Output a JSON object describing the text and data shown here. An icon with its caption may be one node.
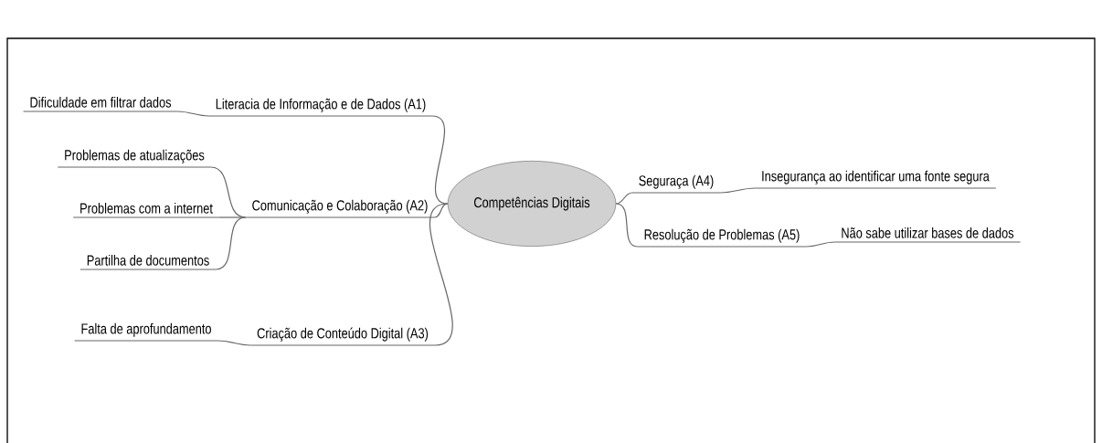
{
  "diagram": {
    "nodes": [
      {
        "text": [
          "Competências Digitais"
        ]
      },
      {
        "text": [
          "Literacia de Informação e de Dados (A1)"
        ]
      },
      {
        "text": [
          "Dificuldade em filtrar dados"
        ]
      },
      {
        "text": [
          "Comunicação e Colaboração (A2)"
        ]
      },
      {
        "text": [
          "Problemas de atualizações"
        ]
      },
      {
        "text": [
          "Problemas com a internet"
        ]
      },
      {
        "text": [
          "Partilha de documentos"
        ]
      },
      {
        "text": [
          "Criação de Conteúdo Digital (A3)"
        ]
      },
      {
        "text": [
          "Falta de aprofundamento"
        ]
      },
      {
        "text": [
          "Seguraça (A4)"
        ]
      },
      {
        "text": [
          "Insegurança ao identificar uma fonte segura"
        ]
      },
      {
        "text": [
          "Resolução de Problemas (A5)"
        ]
      },
      {
        "text": [
          "Não sabe utilizar bases de dados"
        ]
      }
    ],
    "edges": [
      {
        "from": 0,
        "to": 1,
        "arrow": "none"
      },
      {
        "from": 1,
        "to": 2,
        "arrow": "none"
      },
      {
        "from": 0,
        "to": 3,
        "arrow": "none"
      },
      {
        "from": 3,
        "to": 4,
        "arrow": "none"
      },
      {
        "from": 3,
        "to": 5,
        "arrow": "none"
      },
      {
        "from": 3,
        "to": 6,
        "arrow": "none"
      },
      {
        "from": 0,
        "to": 7,
        "arrow": "none"
      },
      {
        "from": 7,
        "to": 8,
        "arrow": "none"
      },
      {
        "from": 0,
        "to": 9,
        "arrow": "none"
      },
      {
        "from": 9,
        "to": 10,
        "arrow": "none"
      },
      {
        "from": 0,
        "to": 11,
        "arrow": "none"
      },
      {
        "from": 11,
        "to": 12,
        "arrow": "none"
      }
    ]
  }
}
